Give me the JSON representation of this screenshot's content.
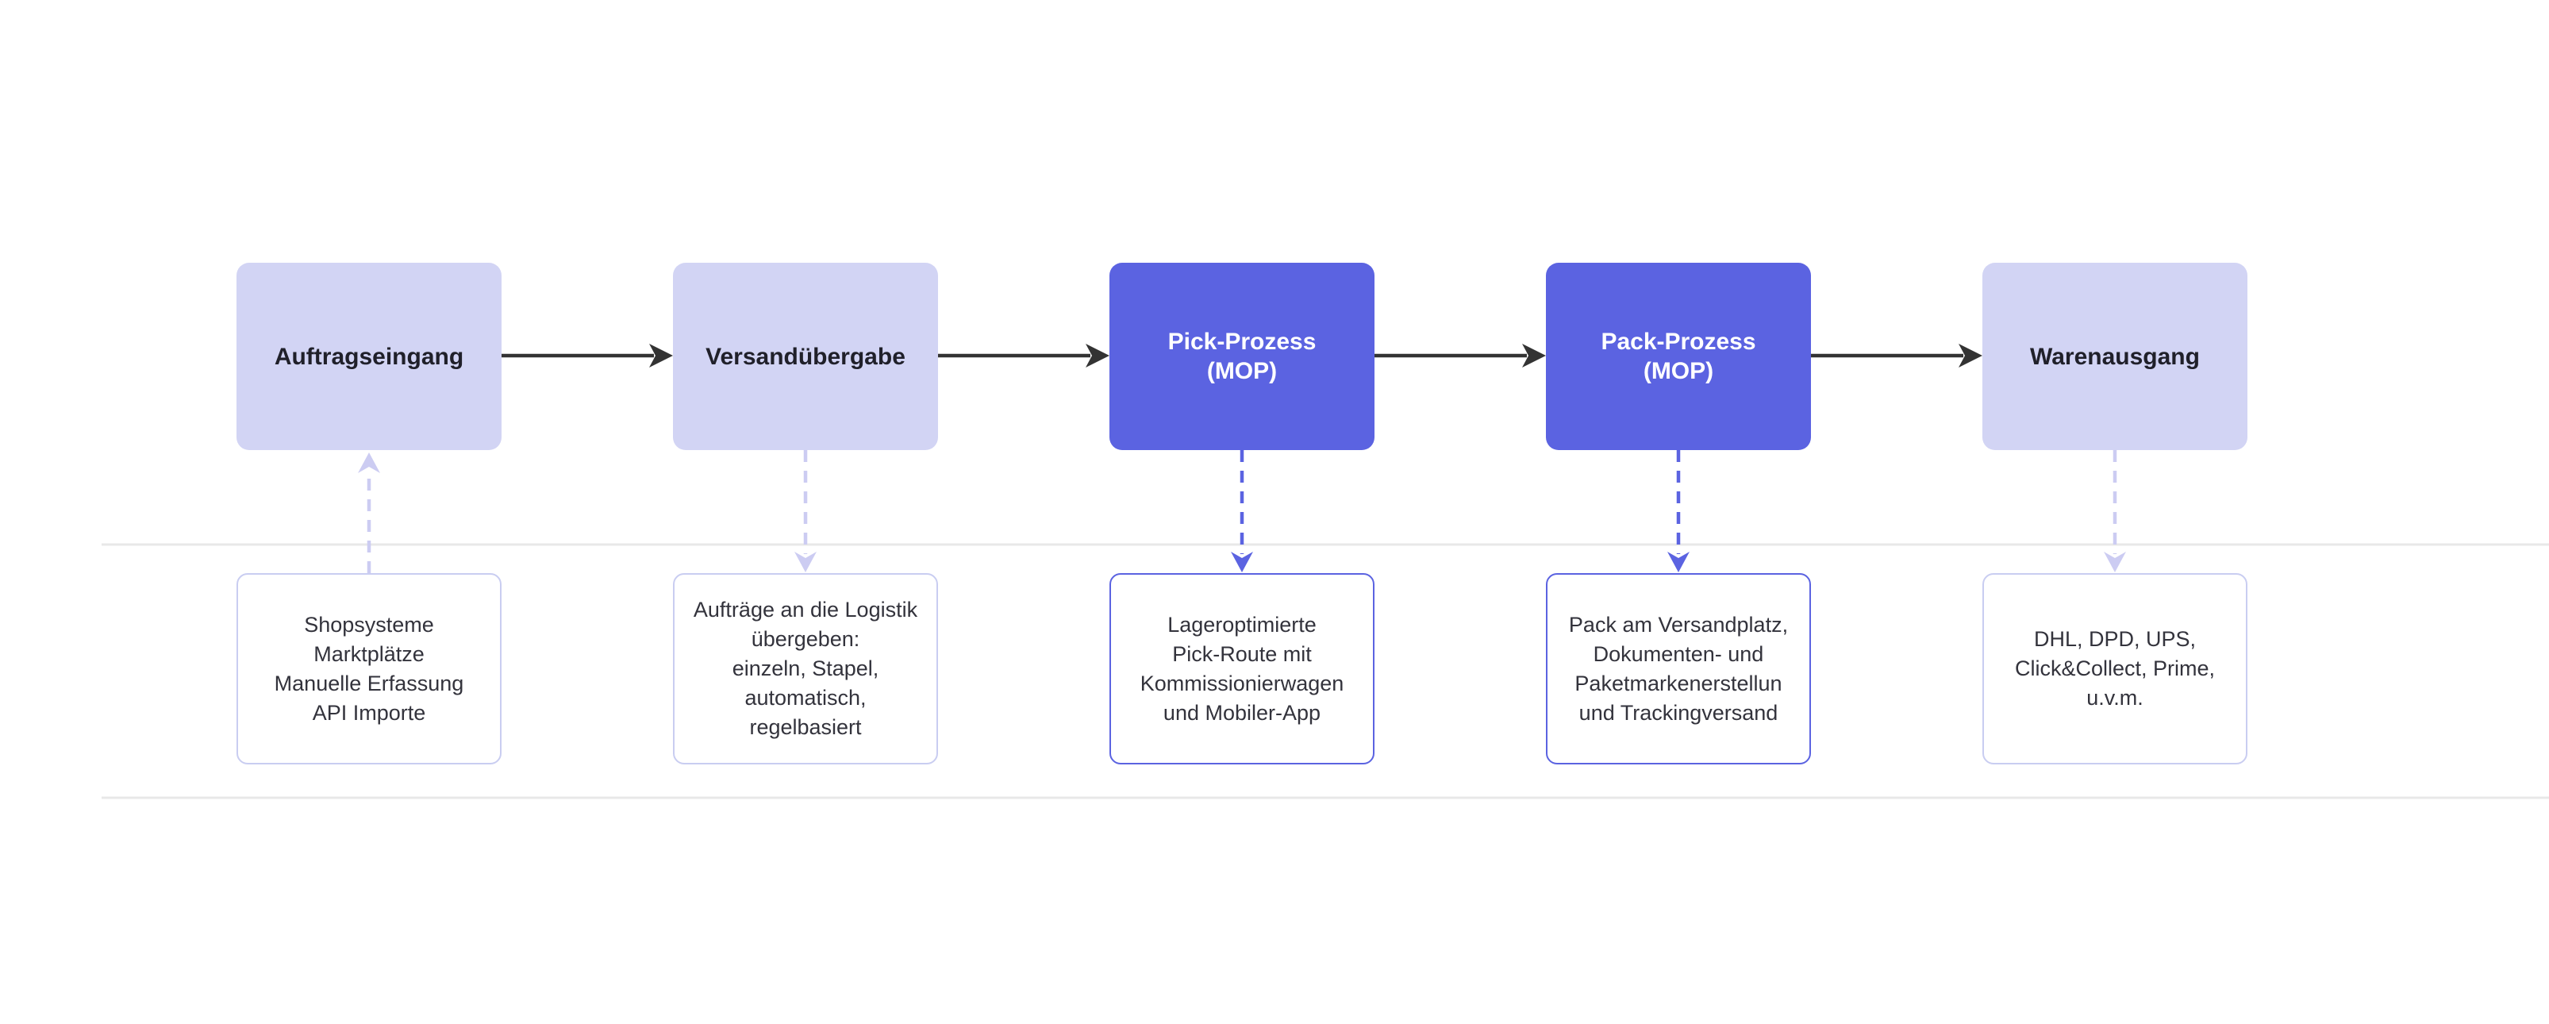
{
  "diagram": {
    "language": "de",
    "stages": [
      {
        "label": "Auftragseingang",
        "variant": "light",
        "detail": "Shopsysteme\nMarktplätze\nManuelle Erfassung\nAPI Importe",
        "connector": {
          "direction": "up",
          "variant": "light",
          "style": "dashed"
        }
      },
      {
        "label": "Versandübergabe",
        "variant": "light",
        "detail": "Aufträge an die Logistik\nübergeben:\neinzeln, Stapel,\nautomatisch,\nregelbasiert",
        "connector": {
          "direction": "down",
          "variant": "light",
          "style": "dashed"
        }
      },
      {
        "label": "Pick-Prozess\n(MOP)",
        "variant": "dark",
        "detail": "Lageroptimierte\nPick-Route mit\nKommissionierwagen\nund Mobiler-App",
        "connector": {
          "direction": "down",
          "variant": "dark",
          "style": "dashed"
        }
      },
      {
        "label": "Pack-Prozess\n(MOP)",
        "variant": "dark",
        "detail": "Pack am Versandplatz,\nDokumenten- und\nPaketmarkenerstellun\nund Trackingversand",
        "connector": {
          "direction": "down",
          "variant": "dark",
          "style": "dashed"
        }
      },
      {
        "label": "Warenausgang",
        "variant": "light",
        "detail": "DHL, DPD, UPS,\nClick&Collect, Prime,\nu.v.m.",
        "connector": {
          "direction": "down",
          "variant": "light",
          "style": "dashed"
        }
      }
    ],
    "flow_arrows_between_stages": 4
  },
  "colors": {
    "box_light": "#d2d4f4",
    "box_dark": "#5b63e1",
    "title_text": "#20202a",
    "title_text_inverse": "#ffffff",
    "detail_text": "#33333c",
    "border_light": "#c9cdf1",
    "border_dark": "#5b63e1",
    "separator": "#e8e8e8",
    "arrow_black": "#333333",
    "arrow_light": "#ccccf2",
    "arrow_dark": "#5b63e1",
    "canvas_bg": "#ffffff"
  }
}
